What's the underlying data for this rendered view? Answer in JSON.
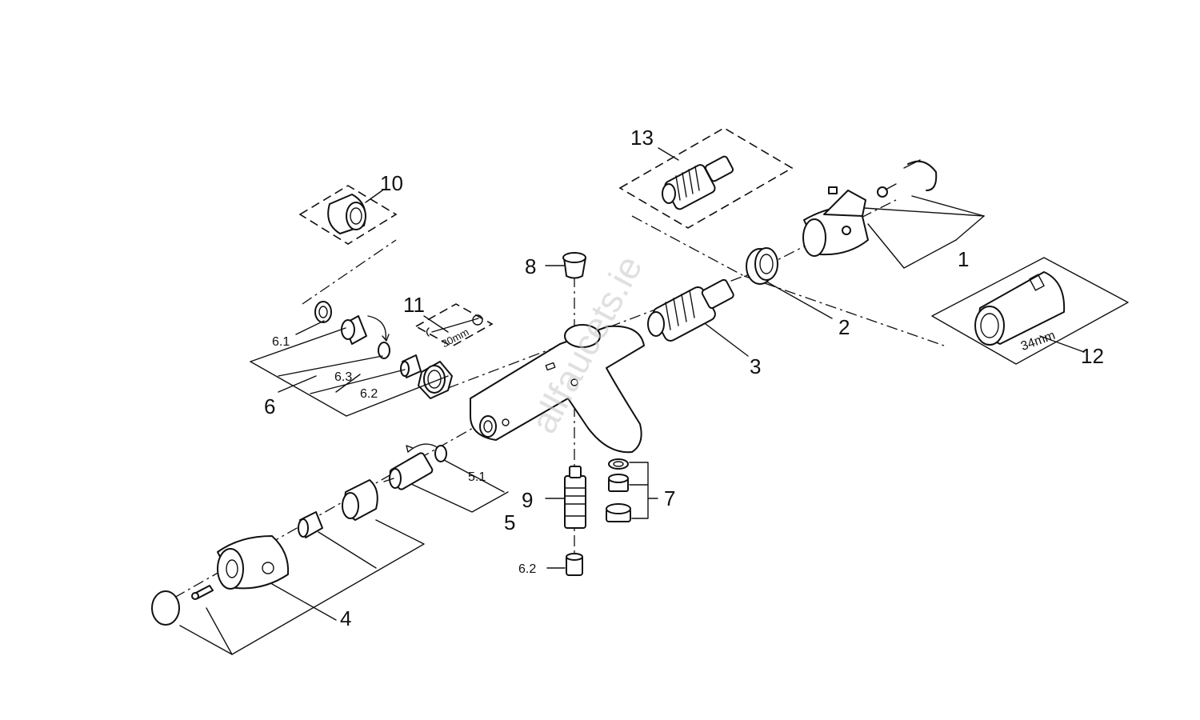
{
  "labels": {
    "p1": "1",
    "p2": "2",
    "p3": "3",
    "p4": "4",
    "p5": "5",
    "p5_1": "5.1",
    "p6": "6",
    "p6_1": "6.1",
    "p6_2": "6.2",
    "p6_2b": "6.2",
    "p6_3": "6.3",
    "p7": "7",
    "p8": "8",
    "p9": "9",
    "p10": "10",
    "p11": "11",
    "p12": "12",
    "p13": "13"
  },
  "annotations": {
    "tool_11_size": "30mm",
    "tool_12_size": "34mm"
  },
  "watermark": "allfaucets.ie",
  "colors": {
    "line": "#111111",
    "background": "#ffffff",
    "watermark": "#c8c8c8"
  }
}
